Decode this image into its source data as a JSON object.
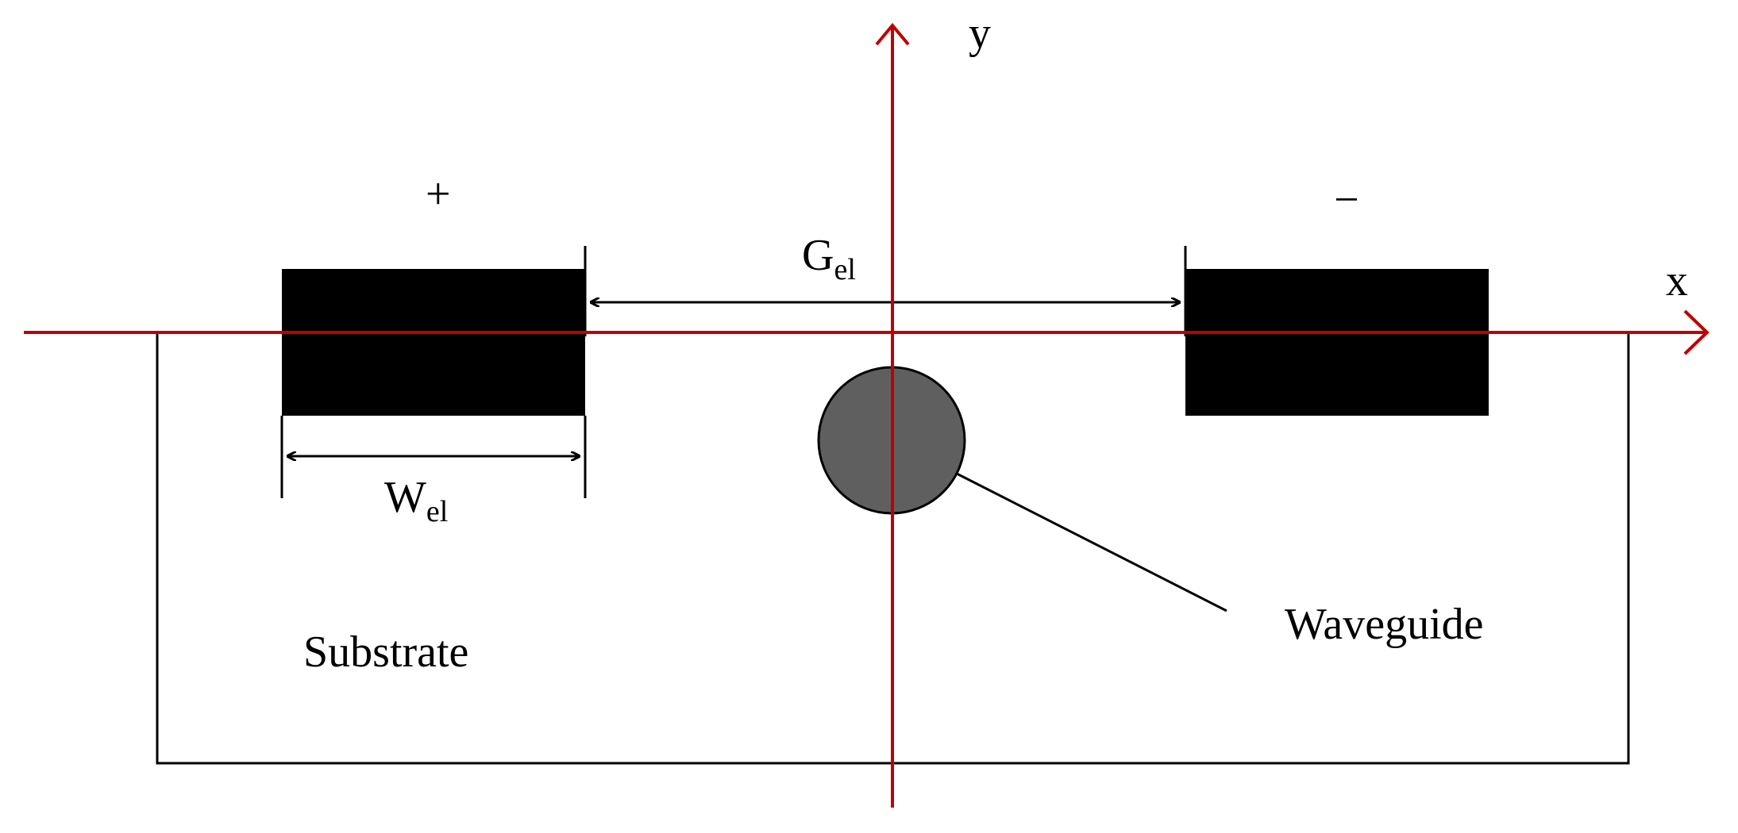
{
  "labels": {
    "y_axis": "y",
    "x_axis": "x",
    "plus": "+",
    "minus": "−",
    "gap_main": "G",
    "gap_sub": "el",
    "width_main": "W",
    "width_sub": "el",
    "waveguide": "Waveguide",
    "substrate": "Substrate"
  },
  "colors": {
    "axis": "#c00000",
    "electrode": "#000000",
    "waveguide_fill": "#5f5f5f",
    "outline": "#000000"
  }
}
